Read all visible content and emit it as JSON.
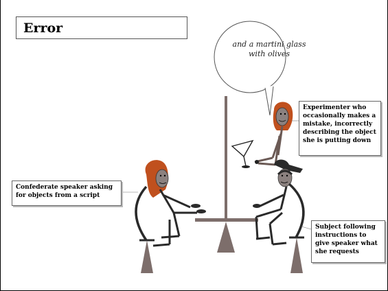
{
  "title": "Error",
  "speech_bubble": {
    "text": "and a martini glass with olives"
  },
  "labels": {
    "experimenter": "Experimenter who occasionally makes a mistake, incorrectly describing the object she is putting down",
    "confederate": "Confederate speaker asking for objects from a script",
    "subject": "Subject following instructions to give speaker what she requests"
  },
  "colors": {
    "hair": "#c0501e",
    "skin": "#8b817f",
    "limb": "#6b5a55",
    "chair": "#2a2a2a",
    "table": "#7d6e6b"
  }
}
